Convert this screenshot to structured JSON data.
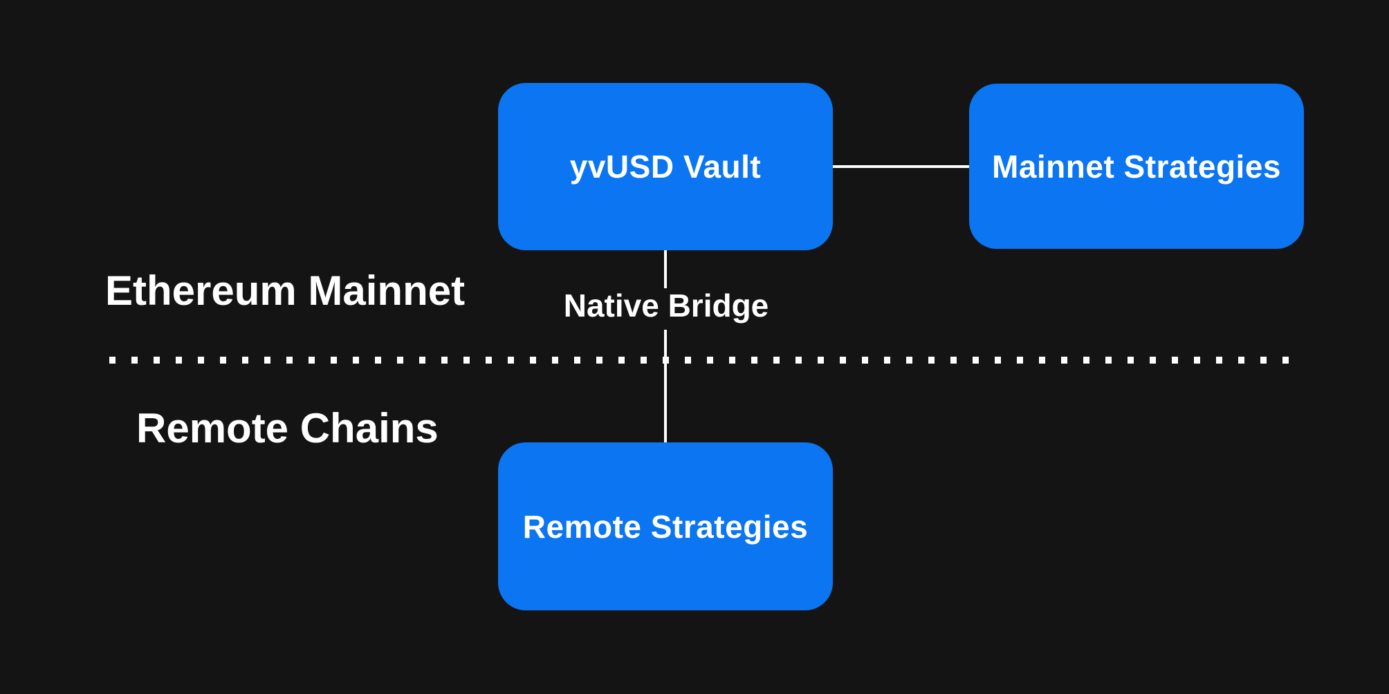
{
  "canvas": {
    "background": "#141414"
  },
  "palette": {
    "node_fill": "#0b75f2",
    "node_text": "#ffffff",
    "line": "#ffffff",
    "section_text": "#ffffff"
  },
  "diagram": {
    "nodes": [
      {
        "id": "yvusd-vault",
        "label": "yvUSD Vault"
      },
      {
        "id": "mainnet-strategies",
        "label": "Mainnet Strategies"
      },
      {
        "id": "remote-strategies",
        "label": "Remote Strategies"
      }
    ],
    "section_labels": [
      {
        "id": "ethereum-mainnet",
        "text": "Ethereum Mainnet"
      },
      {
        "id": "remote-chains",
        "text": "Remote Chains"
      }
    ],
    "edge_label": "Native Bridge",
    "edges": [
      {
        "from": "yvUSD Vault",
        "to": "Mainnet Strategies",
        "type": "solid-horizontal"
      },
      {
        "from": "yvUSD Vault",
        "to": "Remote Strategies",
        "type": "solid-vertical",
        "label": "Native Bridge"
      }
    ],
    "divider": {
      "style": "dotted",
      "separates": [
        "Ethereum Mainnet",
        "Remote Chains"
      ]
    }
  }
}
